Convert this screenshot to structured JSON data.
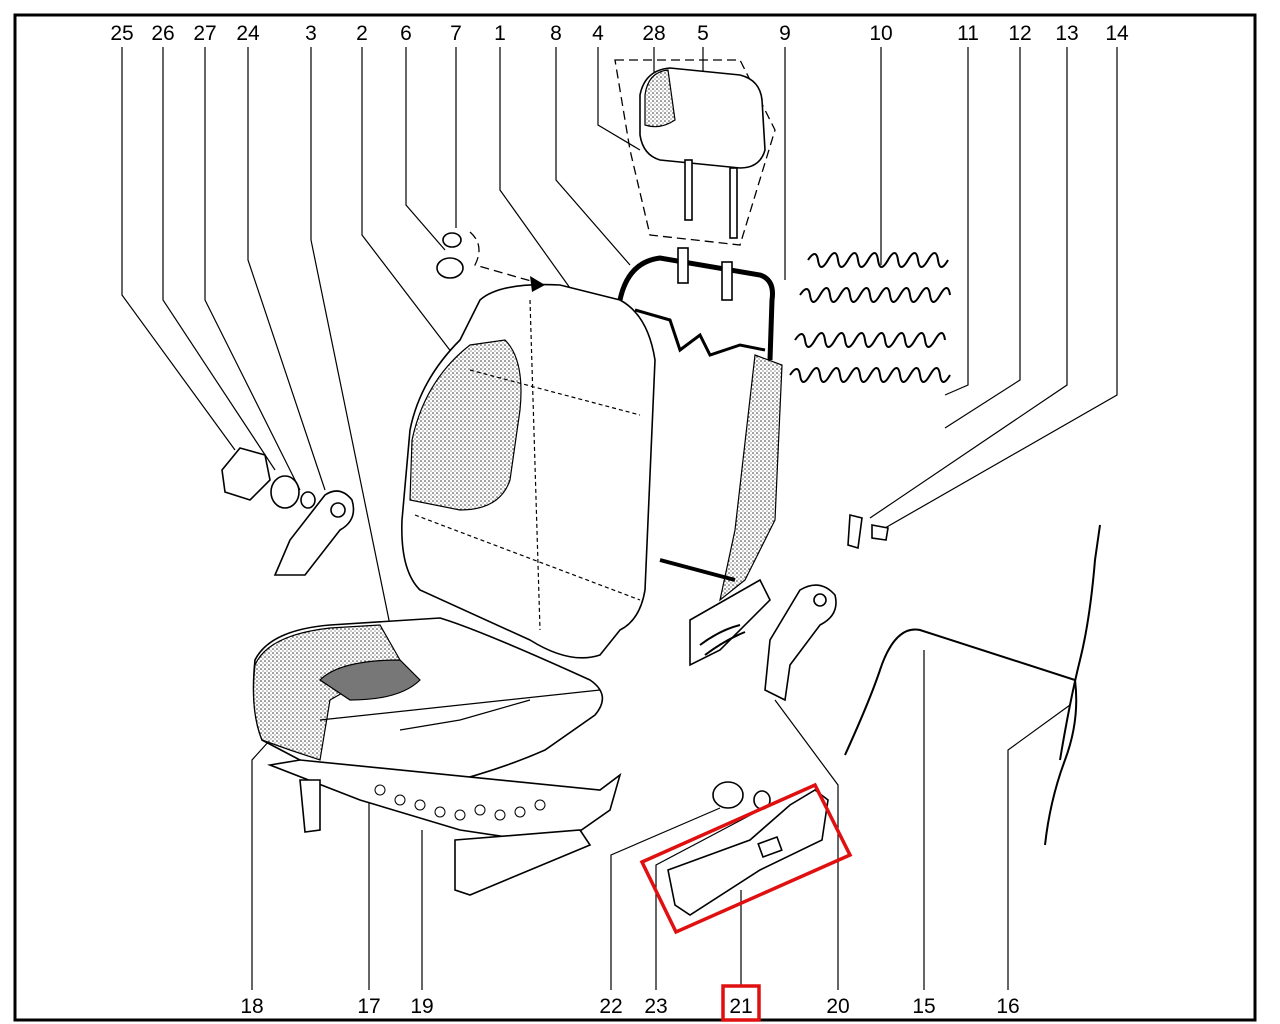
{
  "diagram": {
    "title": "Seat assembly exploded view",
    "top_labels": [
      "25",
      "26",
      "27",
      "24",
      "3",
      "2",
      "6",
      "7",
      "1",
      "8",
      "4",
      "28",
      "5",
      "9",
      "10",
      "11",
      "12",
      "13",
      "14"
    ],
    "bottom_labels": [
      "18",
      "17",
      "19",
      "22",
      "23",
      "21",
      "20",
      "15",
      "16"
    ],
    "highlighted_part": "21",
    "highlight_color": "#e01010"
  }
}
